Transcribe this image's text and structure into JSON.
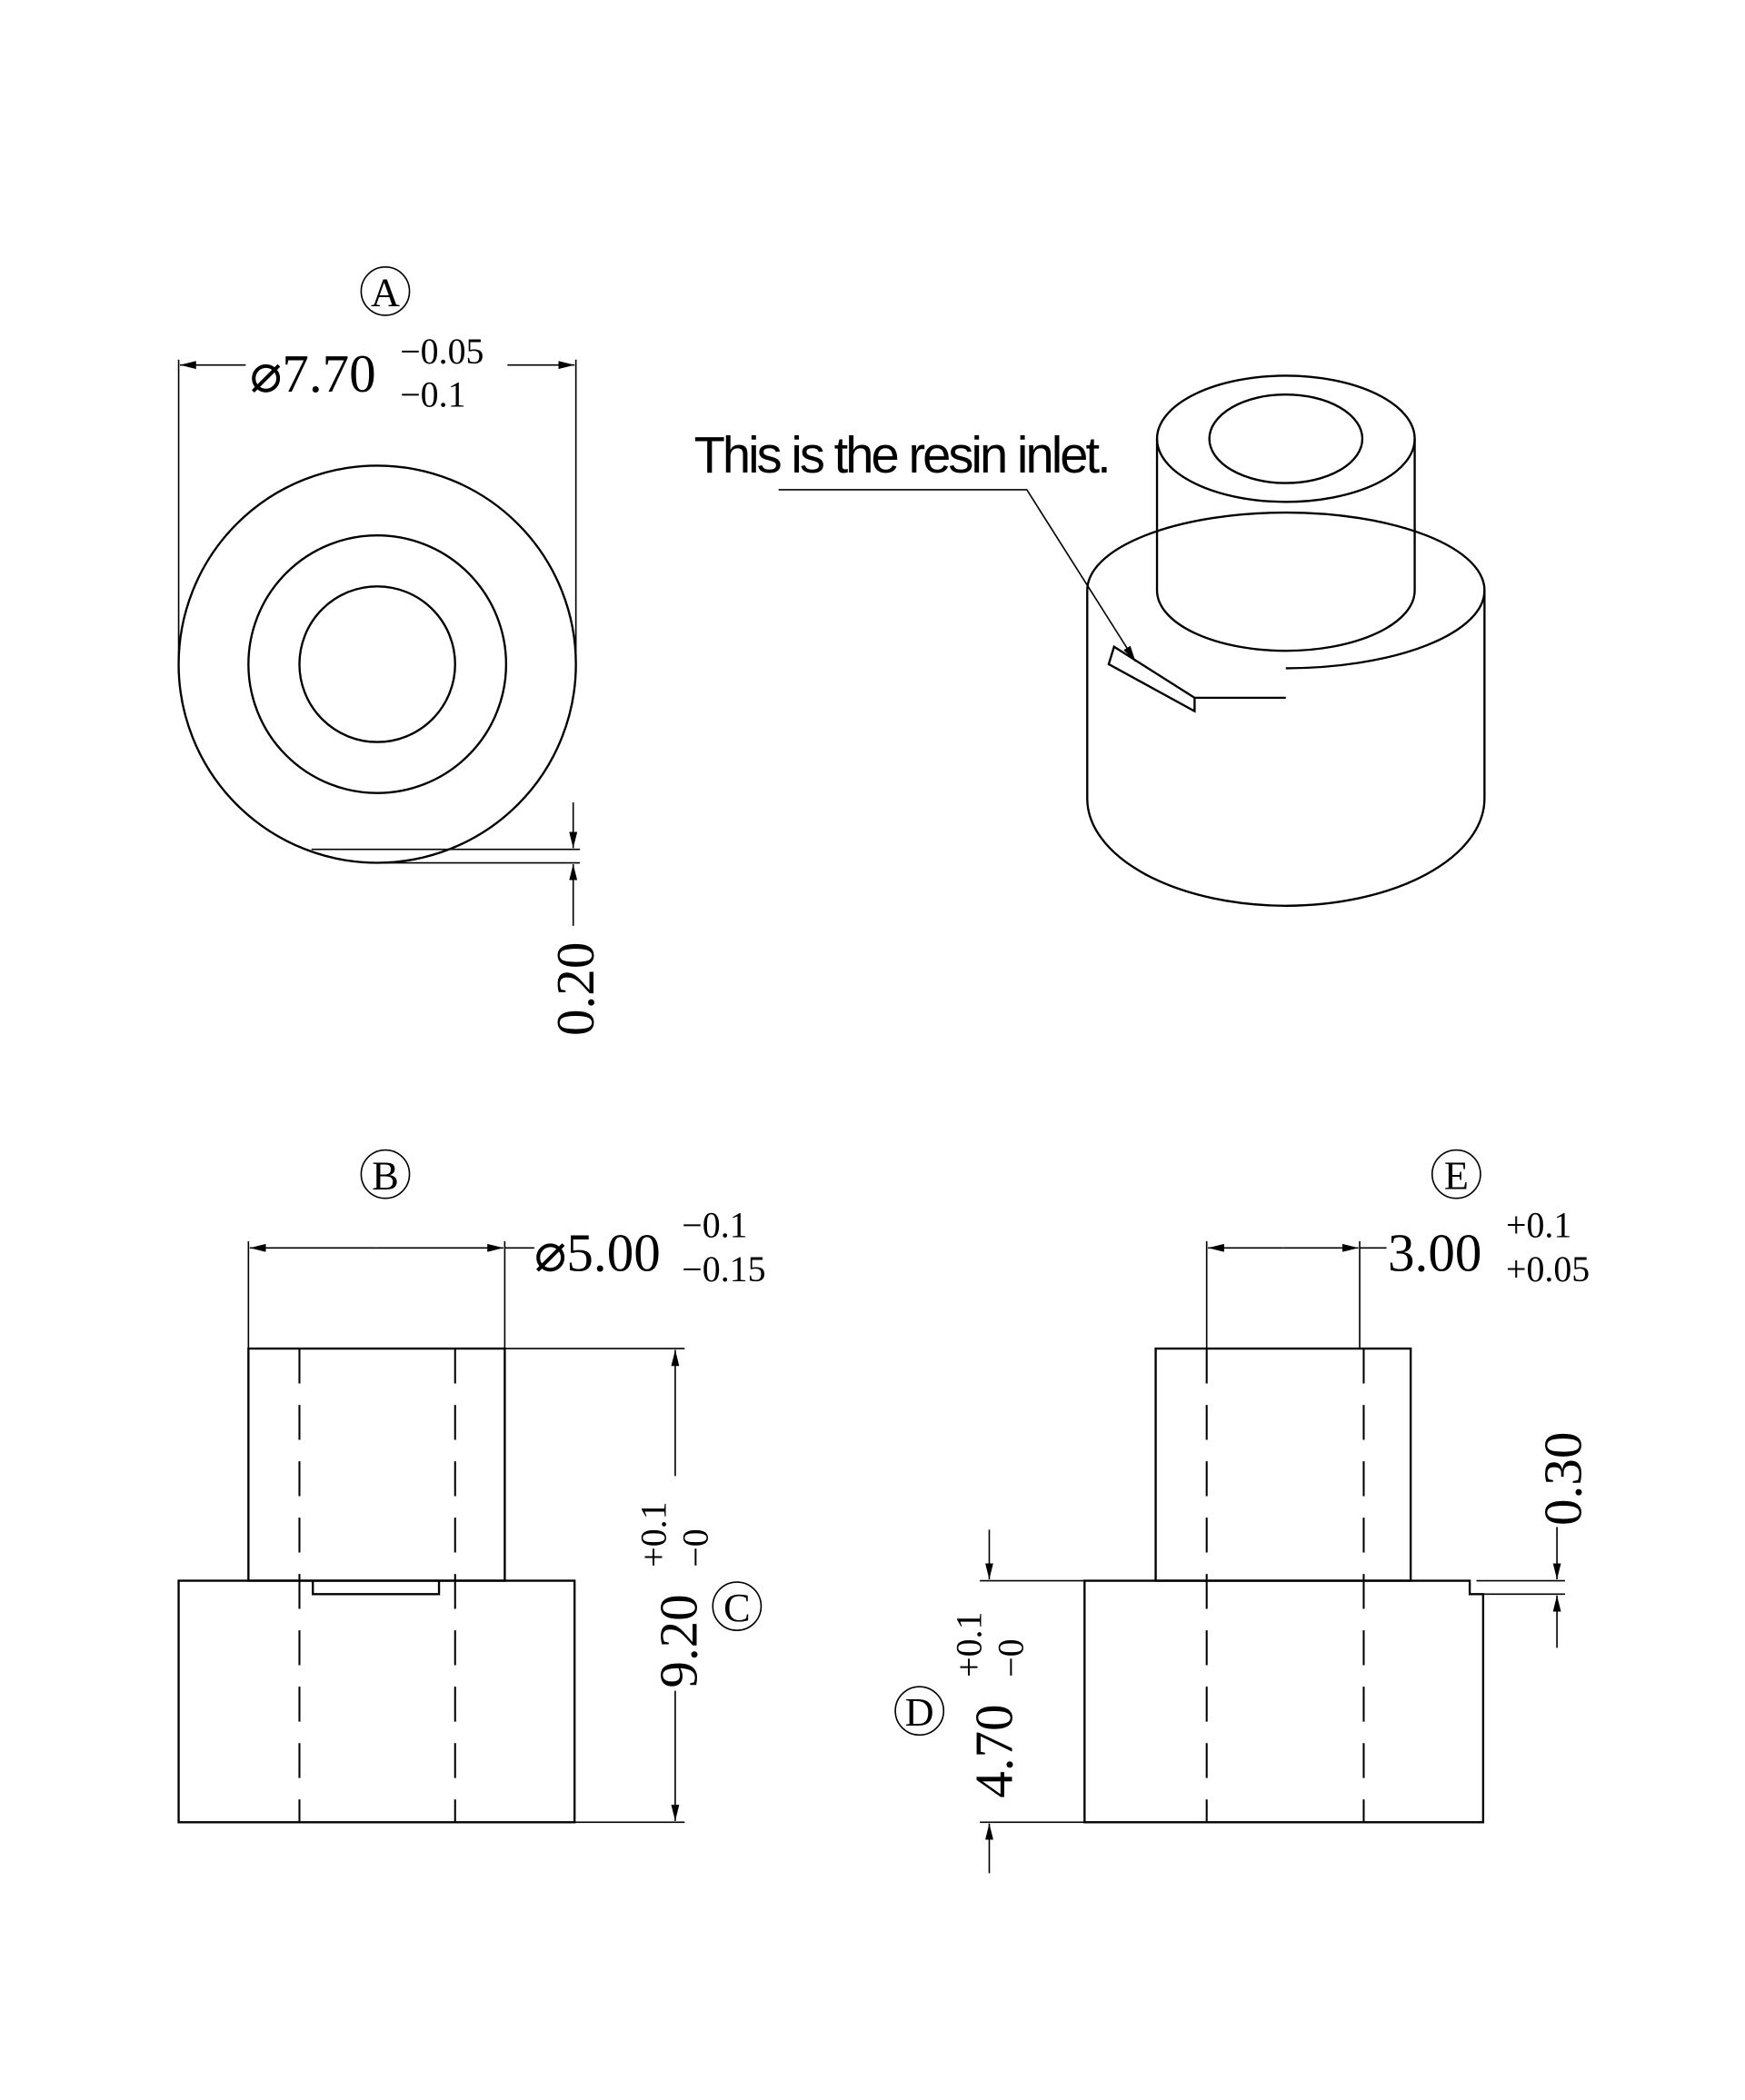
{
  "views": {
    "a": {
      "label": "A",
      "diameter": "⌀7.70",
      "tol_upper": "−0.05",
      "tol_lower": "−0.1",
      "offset": "0.20"
    },
    "iso": {
      "note": "This is the resin inlet."
    },
    "b": {
      "label": "B",
      "diameter": "⌀5.00",
      "tol_upper": "−0.1",
      "tol_lower": "−0.15"
    },
    "c": {
      "label": "C",
      "height": "9.20",
      "tol_upper": "+0.1",
      "tol_lower": "−0"
    },
    "d": {
      "label": "D",
      "height": "4.70",
      "tol_upper": "+0.1",
      "tol_lower": "−0"
    },
    "e": {
      "label": "E",
      "width": "3.00",
      "tol_upper": "+0.1",
      "tol_lower": "+0.05",
      "step": "0.30"
    }
  }
}
